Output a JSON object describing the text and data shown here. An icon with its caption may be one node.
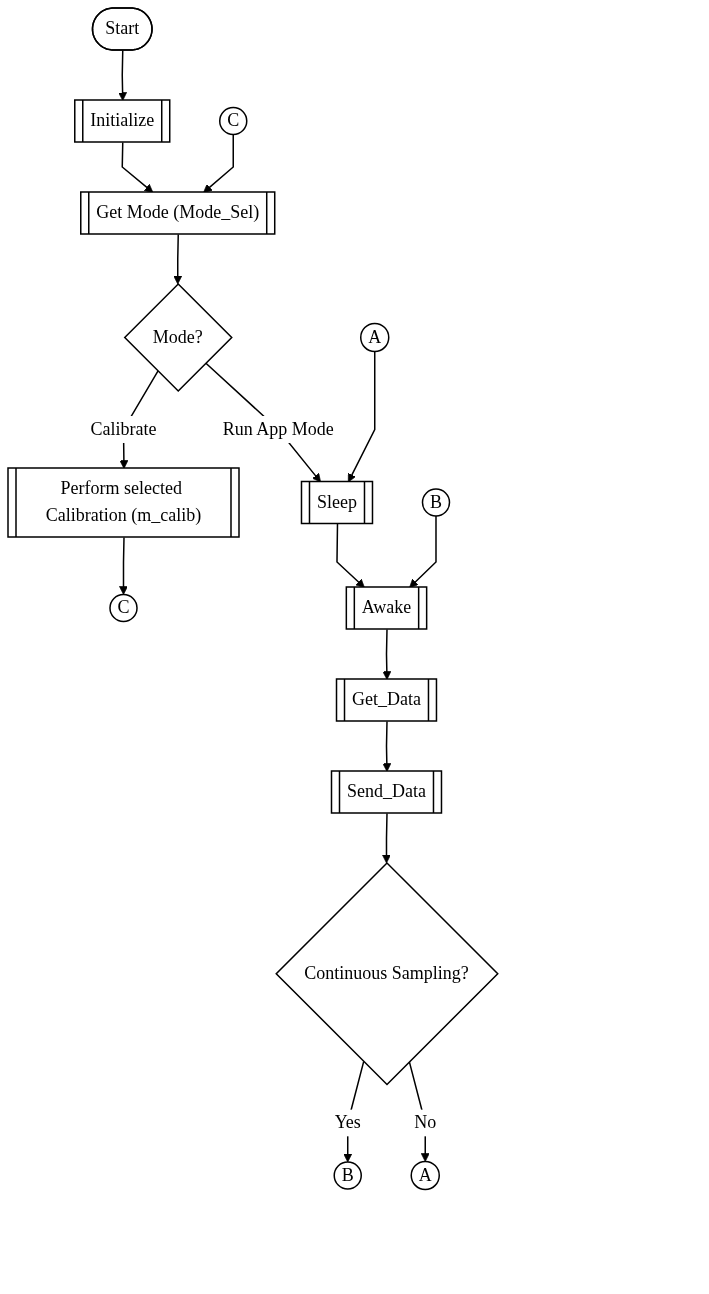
{
  "diagram": {
    "nodes": [
      {
        "text": [
          "Start"
        ]
      },
      {
        "text": [
          "Initialize"
        ]
      },
      {
        "text": [
          "C"
        ]
      },
      {
        "text": [
          "Get Mode (Mode_Sel)"
        ]
      },
      {
        "text": [
          "Mode?"
        ]
      },
      {
        "text": [
          "A"
        ]
      },
      {
        "text": [
          "Perform selected Calibration (m_calib)"
        ]
      },
      {
        "text": [
          "Sleep"
        ]
      },
      {
        "text": [
          "C"
        ]
      },
      {
        "text": [
          "B"
        ]
      },
      {
        "text": [
          "Awake"
        ]
      },
      {
        "text": [
          "Get_Data"
        ]
      },
      {
        "text": [
          "Send_Data"
        ]
      },
      {
        "text": [
          "B"
        ]
      },
      {
        "text": [
          "Continuous Sampling?"
        ]
      },
      {
        "text": [
          "A"
        ]
      }
    ],
    "edges": [
      {
        "from": 0,
        "to": 1,
        "arrow": "to"
      },
      {
        "from": 1,
        "to": 3,
        "arrow": "to"
      },
      {
        "from": 2,
        "to": 3,
        "arrow": "to"
      },
      {
        "from": 3,
        "to": 4,
        "arrow": "to"
      },
      {
        "from": 4,
        "to": 6,
        "arrow": "to",
        "label": "Calibrate"
      },
      {
        "from": 4,
        "to": 7,
        "arrow": "to",
        "label": "Run App Mode"
      },
      {
        "from": 5,
        "to": 7,
        "arrow": "to"
      },
      {
        "from": 6,
        "to": 8,
        "arrow": "to"
      },
      {
        "from": 7,
        "to": 10,
        "arrow": "to"
      },
      {
        "from": 9,
        "to": 10,
        "arrow": "to"
      },
      {
        "from": 10,
        "to": 11,
        "arrow": "to"
      },
      {
        "from": 11,
        "to": 12,
        "arrow": "to"
      },
      {
        "from": 12,
        "to": 14,
        "arrow": "to"
      },
      {
        "from": 14,
        "to": 13,
        "arrow": "to",
        "label": "Yes"
      },
      {
        "from": 14,
        "to": 15,
        "arrow": "to",
        "label": "No"
      }
    ]
  }
}
